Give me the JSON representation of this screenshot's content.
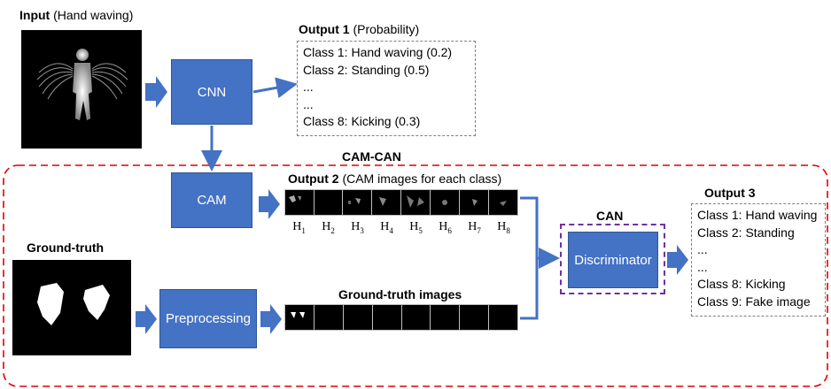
{
  "input": {
    "title_bold": "Input",
    "title_rest": "(Hand waving)"
  },
  "cnn": {
    "label": "CNN"
  },
  "output1": {
    "title_bold": "Output 1",
    "title_rest": "(Probability)",
    "lines": [
      "Class 1: Hand waving (0.2)",
      "Class 2: Standing (0.5)",
      "...",
      "...",
      "Class 8: Kicking (0.3)"
    ]
  },
  "camcan": {
    "label": "CAM-CAN"
  },
  "cam": {
    "label": "CAM"
  },
  "output2": {
    "title_bold": "Output 2",
    "title_rest": "(CAM images for each class)",
    "h_labels": [
      {
        "base": "H",
        "sub": "1"
      },
      {
        "base": "H",
        "sub": "2"
      },
      {
        "base": "H",
        "sub": "3"
      },
      {
        "base": "H",
        "sub": "4"
      },
      {
        "base": "H",
        "sub": "5"
      },
      {
        "base": "H",
        "sub": "6"
      },
      {
        "base": "H",
        "sub": "7"
      },
      {
        "base": "H",
        "sub": "8"
      }
    ]
  },
  "ground_truth": {
    "label": "Ground-truth"
  },
  "preprocessing": {
    "label": "Preprocessing"
  },
  "gt_images": {
    "label": "Ground-truth images"
  },
  "can": {
    "label": "CAN"
  },
  "discriminator": {
    "label": "Discriminator"
  },
  "output3": {
    "title": "Output 3",
    "lines": [
      "Class 1: Hand waving",
      "Class 2: Standing",
      "...",
      "...",
      "Class 8: Kicking",
      "Class 9: Fake image"
    ]
  },
  "colors": {
    "block": "#4472c4",
    "camcan_border": "#e00000",
    "can_border": "#7030a0",
    "arrow": "#4472c4"
  }
}
